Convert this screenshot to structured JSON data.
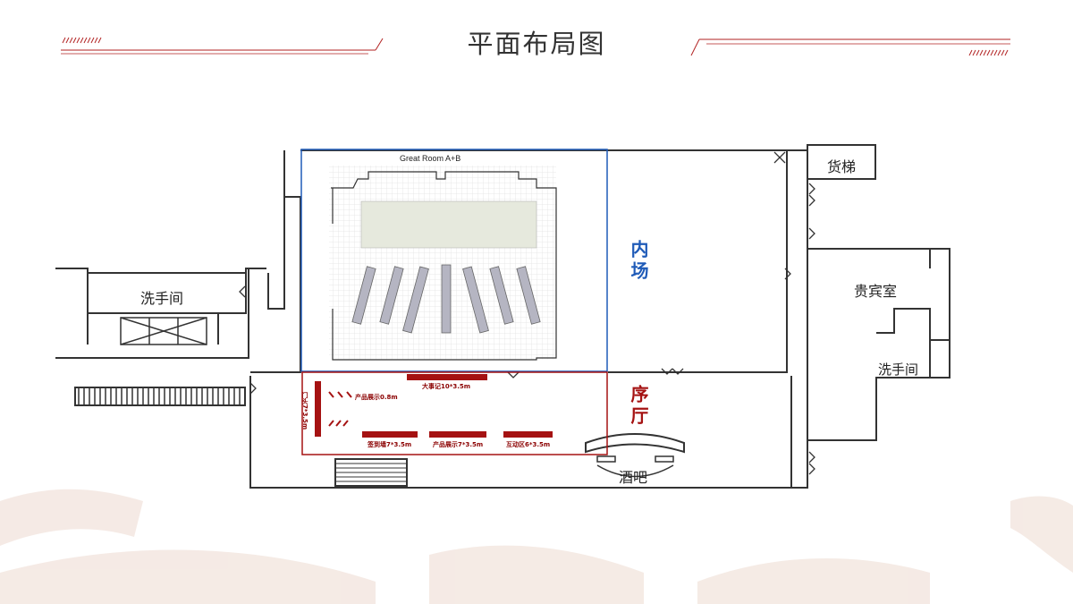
{
  "title": "平面布局图",
  "colors": {
    "accent_red": "#b22222",
    "booth_red": "#a51212",
    "inner_blue": "#1f5bb8",
    "wall": "#333333"
  },
  "hall": {
    "name": "Great Room A+B",
    "inner_zone": "内场",
    "foyer_zone": "序厅"
  },
  "rooms": {
    "restroom_left": "洗手间",
    "elevator": "货梯",
    "vip_room": "贵宾室",
    "restroom_right": "洗手间",
    "bar": "酒吧"
  },
  "booths": {
    "milestones": "大事记10*3.5m",
    "product_display_small": "产品展示0.8m",
    "gate": "门头7*3.5m",
    "sign_wall": "签到墙7*3.5m",
    "product_display": "产品展示7*3.5m",
    "interactive": "互动区6*3.5m"
  }
}
